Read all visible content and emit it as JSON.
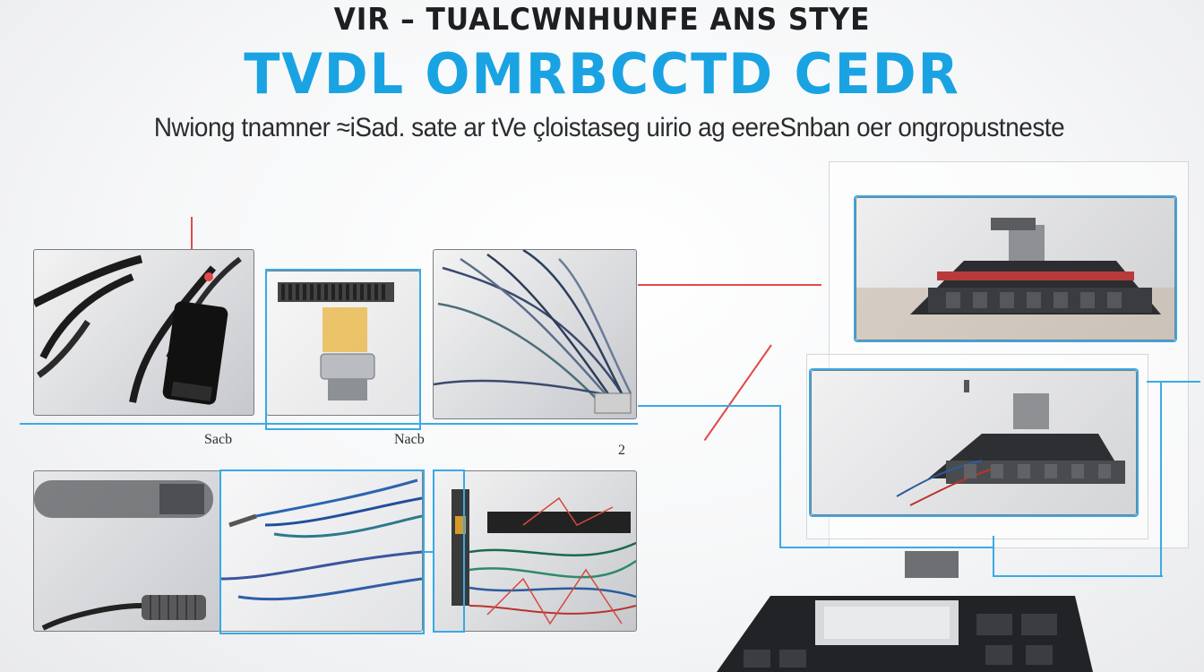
{
  "heading": {
    "top_line": "VIR – TUALCWNHUNFE  ANS  STYE",
    "main_line": "TVDL OMRBCCTD CEDR",
    "subtitle": "Nwiong tnamner ≈iSad. sate ar tVe çloistaseg uirio ag eereSnban oer ongropustneste"
  },
  "captions": {
    "panel_top_left": "Sacb",
    "panel_top_mid": "Nacb",
    "number_small": "2"
  },
  "colors": {
    "accent_blue": "#1aa3e2",
    "frame_blue": "#38a9e6",
    "wire_red": "#e24a4a"
  },
  "icons": [
    "usb-adapter-icon",
    "ribbon-connector-icon",
    "wire-bundle-icon",
    "circuit-board-icon"
  ]
}
